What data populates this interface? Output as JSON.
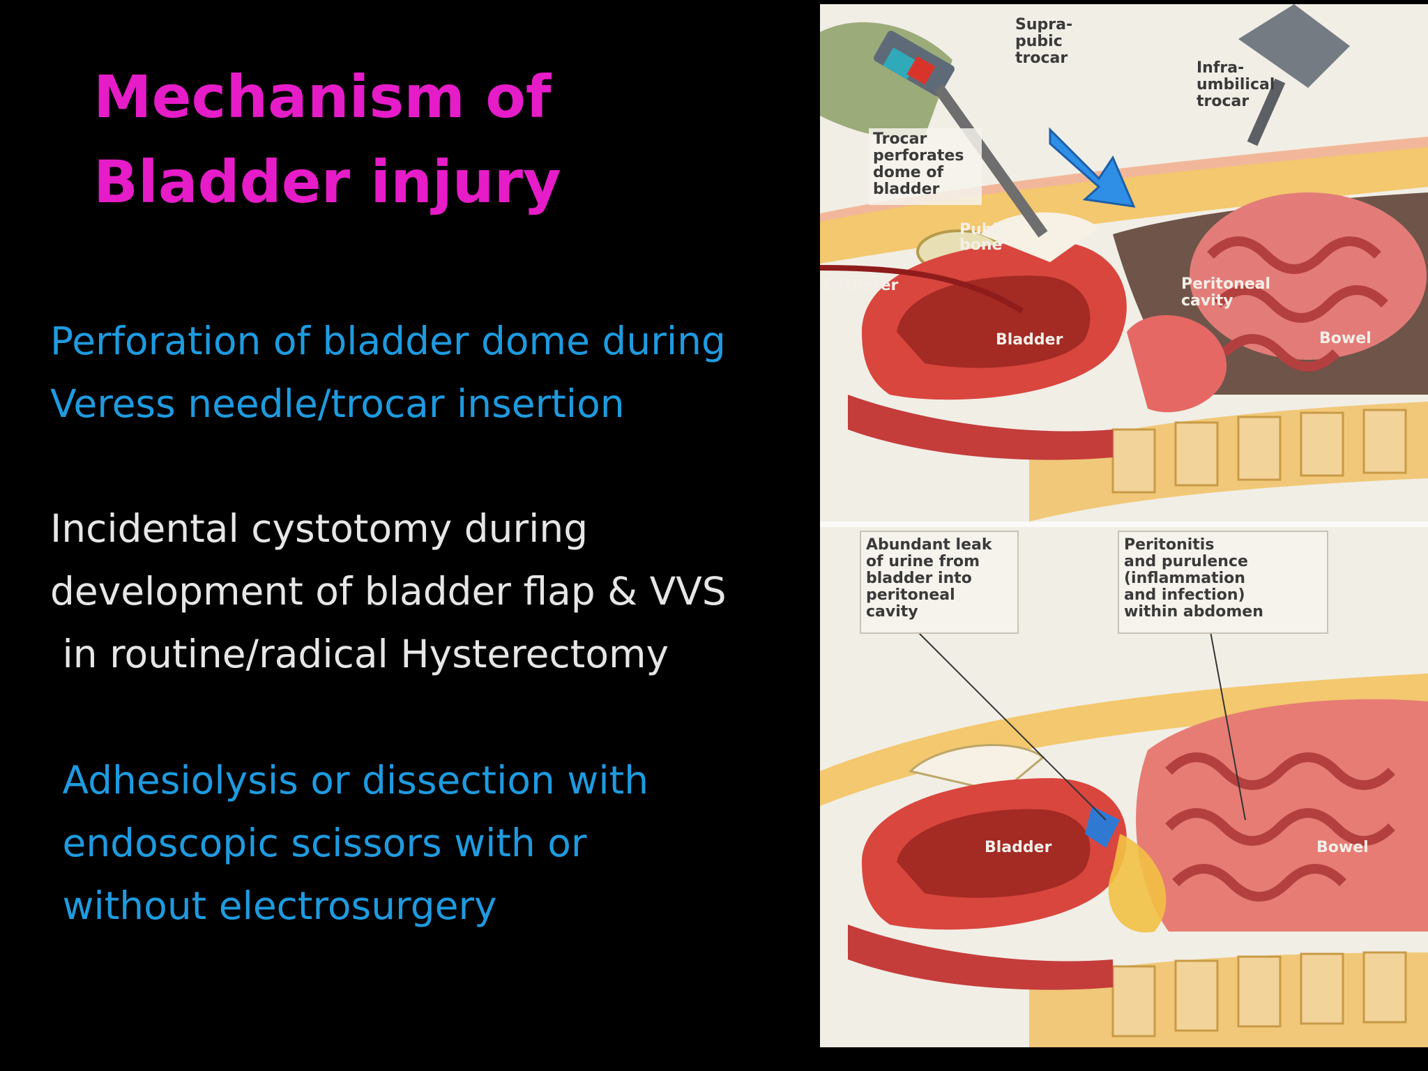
{
  "slide": {
    "title_lines": [
      "Mechanism of",
      "Bladder injury"
    ],
    "colors": {
      "background": "#000000",
      "title": "#e61cc8",
      "blue_text": "#1e9be0",
      "white_text": "#e6e6e6"
    },
    "bullets": [
      {
        "color": "#1e9be0",
        "lines": [
          "Perforation of bladder dome during",
          "Veress needle/trocar insertion"
        ]
      },
      {
        "color": "#e6e6e6",
        "lines": [
          "Incidental cystotomy during",
          "development of bladder flap & VVS",
          " in routine/radical Hysterectomy"
        ]
      },
      {
        "color": "#1e9be0",
        "lines": [
          " Adhesiolysis or dissection with",
          " endoscopic scissors with or",
          " without electrosurgery"
        ]
      }
    ]
  },
  "illustration": {
    "top_panel": {
      "suprapubic_trocar": [
        "Supra-",
        "pubic",
        "trocar"
      ],
      "infraumbilical_trocar": [
        "Infra-",
        "umbilical",
        "trocar"
      ],
      "trocar_perforates": [
        "Trocar",
        "perforates",
        "dome of",
        "bladder"
      ],
      "pubic_bone": [
        "Pubic",
        "bone"
      ],
      "catheter": "Catheter",
      "peritoneal_cavity": [
        "Peritoneal",
        "cavity"
      ],
      "bladder": "Bladder",
      "bowel": "Bowel"
    },
    "bottom_panel": {
      "urine_leak": [
        "Abundant leak",
        "of urine from",
        "bladder into",
        "peritoneal",
        "cavity"
      ],
      "peritonitis": [
        "Peritonitis",
        "and purulence",
        "(inflammation",
        "and infection)",
        "within abdomen"
      ],
      "bladder": "Bladder",
      "bowel": "Bowel"
    }
  }
}
